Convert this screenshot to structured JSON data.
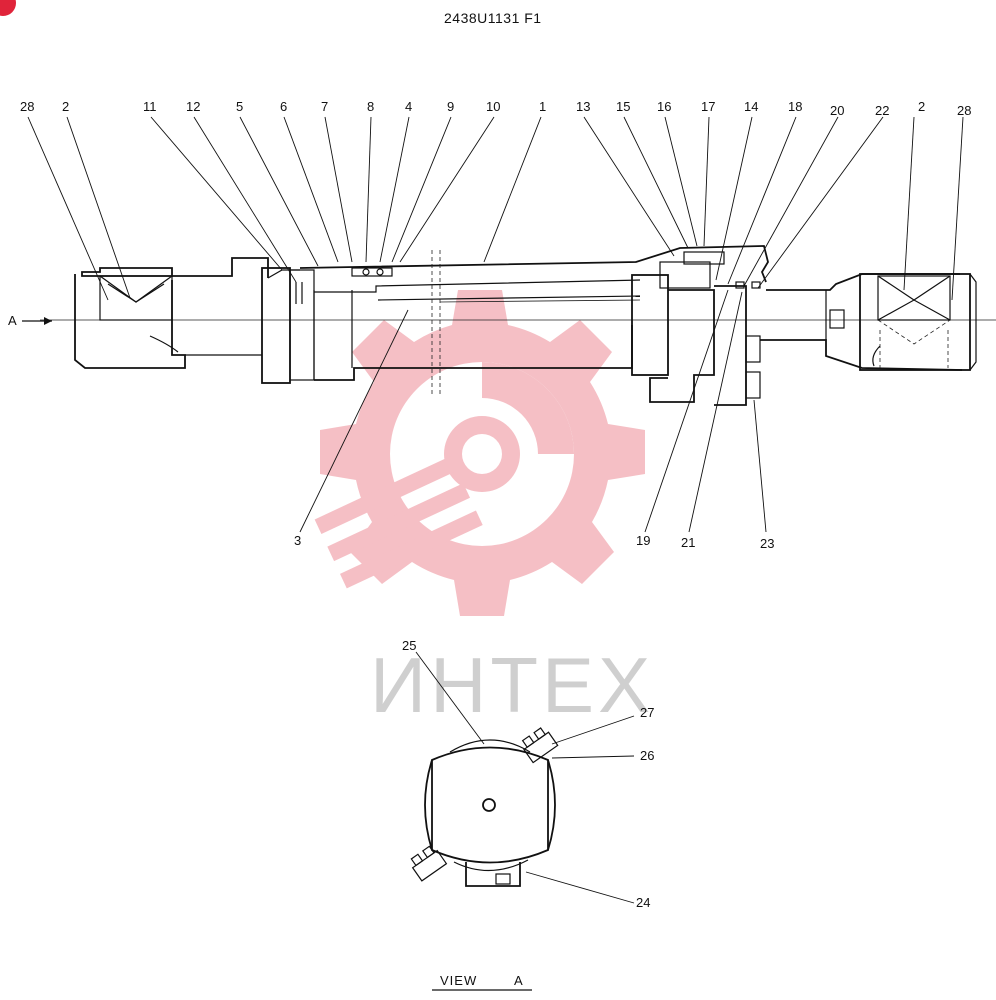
{
  "header": {
    "drawing_number": "2438U1131 F1"
  },
  "watermark": {
    "text": "ИНТЕХ",
    "color": "#f4b9bf",
    "text_color": "#cfcfcf"
  },
  "labels": {
    "view_arrow": "A",
    "top": [
      "28",
      "2",
      "11",
      "12",
      "5",
      "6",
      "7",
      "8",
      "4",
      "9",
      "10",
      "1",
      "13",
      "15",
      "16",
      "17",
      "14",
      "18",
      "20",
      "22",
      "2",
      "28"
    ],
    "bottom": [
      "3",
      "19",
      "21",
      "23"
    ],
    "view_a": [
      "25",
      "27",
      "26",
      "24"
    ]
  },
  "caption": {
    "view": "VIEW",
    "letter": "A"
  },
  "colors": {
    "line": "#111111",
    "badge": "#e0243a"
  },
  "icons": [
    "corner-badge",
    "view-arrow-icon"
  ]
}
